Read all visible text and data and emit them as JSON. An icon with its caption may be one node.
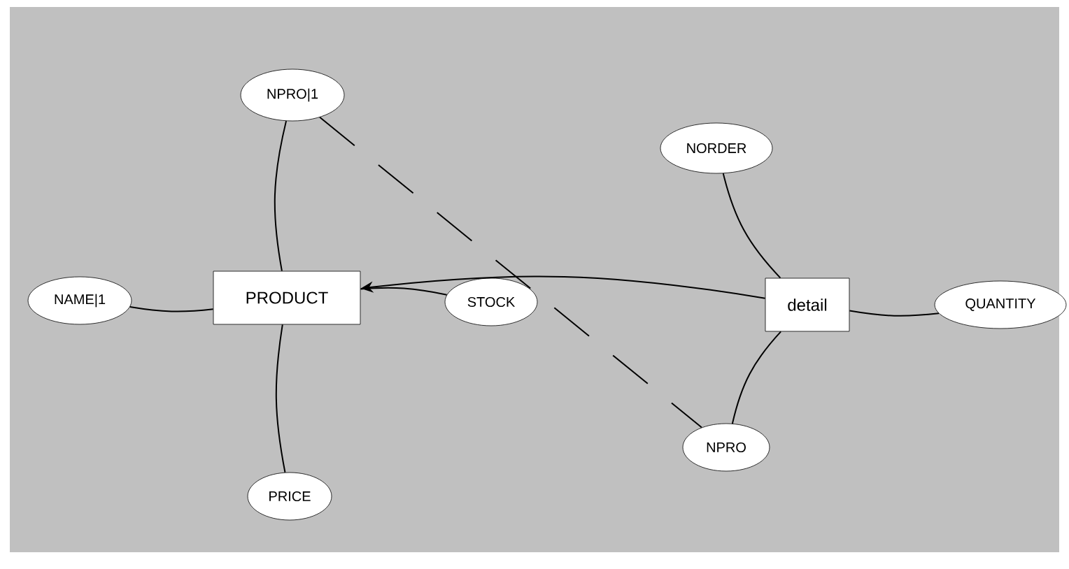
{
  "diagram": {
    "nodes": [
      {
        "text": [
          "NPRO|1"
        ]
      },
      {
        "text": [
          "NORDER"
        ]
      },
      {
        "text": [
          "NAME|1"
        ]
      },
      {
        "text": [
          "PRODUCT"
        ]
      },
      {
        "text": [
          "STOCK"
        ]
      },
      {
        "text": [
          "detail"
        ]
      },
      {
        "text": [
          "QUANTITY"
        ]
      },
      {
        "text": [
          "NPRO"
        ]
      },
      {
        "text": [
          "PRICE"
        ]
      }
    ],
    "edges": [
      {
        "from": 0,
        "to": 3,
        "arrow": "none"
      },
      {
        "from": 2,
        "to": 3,
        "arrow": "none"
      },
      {
        "from": 3,
        "to": 4,
        "arrow": "none"
      },
      {
        "from": 3,
        "to": 8,
        "arrow": "none"
      },
      {
        "from": 5,
        "to": 3,
        "arrow": "to"
      },
      {
        "from": 1,
        "to": 5,
        "arrow": "none"
      },
      {
        "from": 5,
        "to": 6,
        "arrow": "none"
      },
      {
        "from": 5,
        "to": 7,
        "arrow": "none"
      },
      {
        "from": 0,
        "to": 7,
        "arrow": "none",
        "style": "dashed"
      }
    ]
  }
}
